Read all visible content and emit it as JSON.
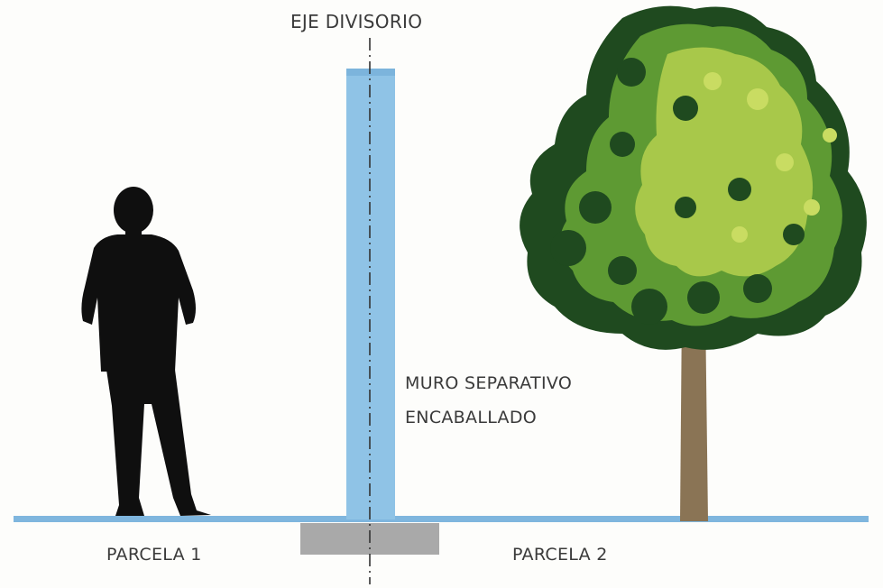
{
  "labels": {
    "axis_title": "EJE DIVISORIO",
    "wall_line_1": "MURO SEPARATIVO",
    "wall_line_2": "ENCABALLADO",
    "parcel_1": "PARCELA 1",
    "parcel_2": "PARCELA 2"
  },
  "colors": {
    "background": "#fdfdfb",
    "wall": "#8fc3e6",
    "ground_line": "#7fb6de",
    "footing": "#a9a9a9",
    "axis_line": "#333333",
    "silhouette": "#0f0f0f",
    "trunk": "#8a7455",
    "foliage_dark": "#1f4a1f",
    "foliage_mid": "#5e9a33",
    "foliage_light": "#a8c84a"
  },
  "icons": {
    "person": "person-silhouette-icon",
    "tree": "tree-icon"
  }
}
